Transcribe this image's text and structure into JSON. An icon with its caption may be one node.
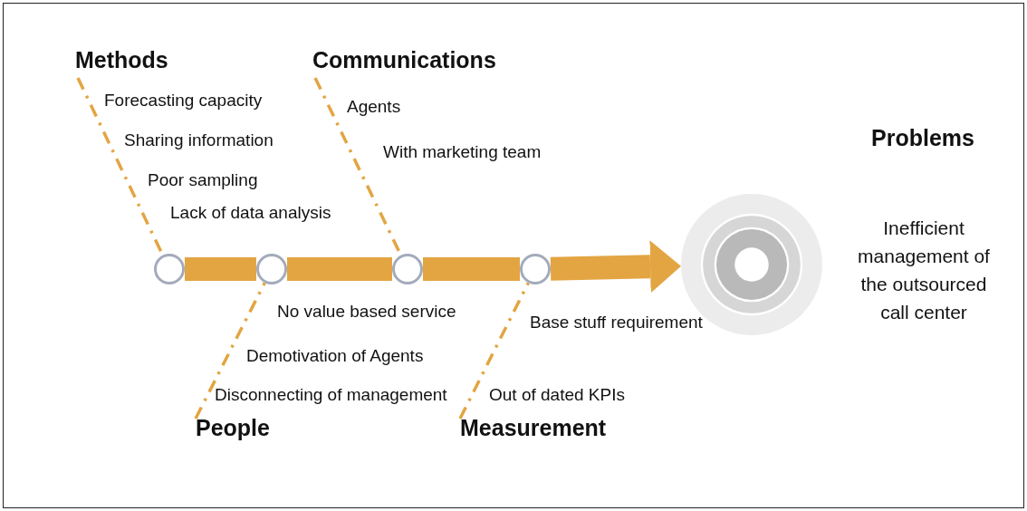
{
  "diagram": {
    "nodes": [
      {
        "text": [
          "Methods"
        ]
      },
      {
        "text": [
          "Communications"
        ]
      },
      {
        "text": [
          "People"
        ]
      },
      {
        "text": [
          "Measurement"
        ]
      },
      {
        "text": [],
        "shape": "circle"
      },
      {
        "text": [],
        "shape": "circle"
      },
      {
        "text": [],
        "shape": "circle"
      },
      {
        "text": [],
        "shape": "circle"
      },
      {
        "text": [],
        "shape": "circle"
      }
    ],
    "edges": [
      {
        "from": 0,
        "to": 4,
        "arrow": "none",
        "style": "dashed"
      },
      {
        "from": 1,
        "to": 6,
        "arrow": "none",
        "style": "dashed"
      },
      {
        "from": 2,
        "to": 5,
        "arrow": "none",
        "style": "dashed"
      },
      {
        "from": 3,
        "to": 7,
        "arrow": "none",
        "style": "dashed"
      },
      {
        "from": 4,
        "to": 5,
        "arrow": "none",
        "style": "thick"
      },
      {
        "from": 5,
        "to": 6,
        "arrow": "none",
        "style": "thick"
      },
      {
        "from": 6,
        "to": 7,
        "arrow": "none",
        "style": "thick"
      },
      {
        "from": 7,
        "to": 8,
        "arrow": "to",
        "style": "thick"
      }
    ],
    "labels": [
      "Forecasting capacity",
      "Agents",
      "Problems",
      "Sharing information",
      "With marketing team",
      "Poor sampling",
      "Lack of data analysis",
      "Inefficient management of the outsourced call center",
      "No value based service",
      "Base stuff requirement",
      "Demotivation of Agents",
      "Disconnecting of management",
      "Out of dated KPIs"
    ]
  }
}
